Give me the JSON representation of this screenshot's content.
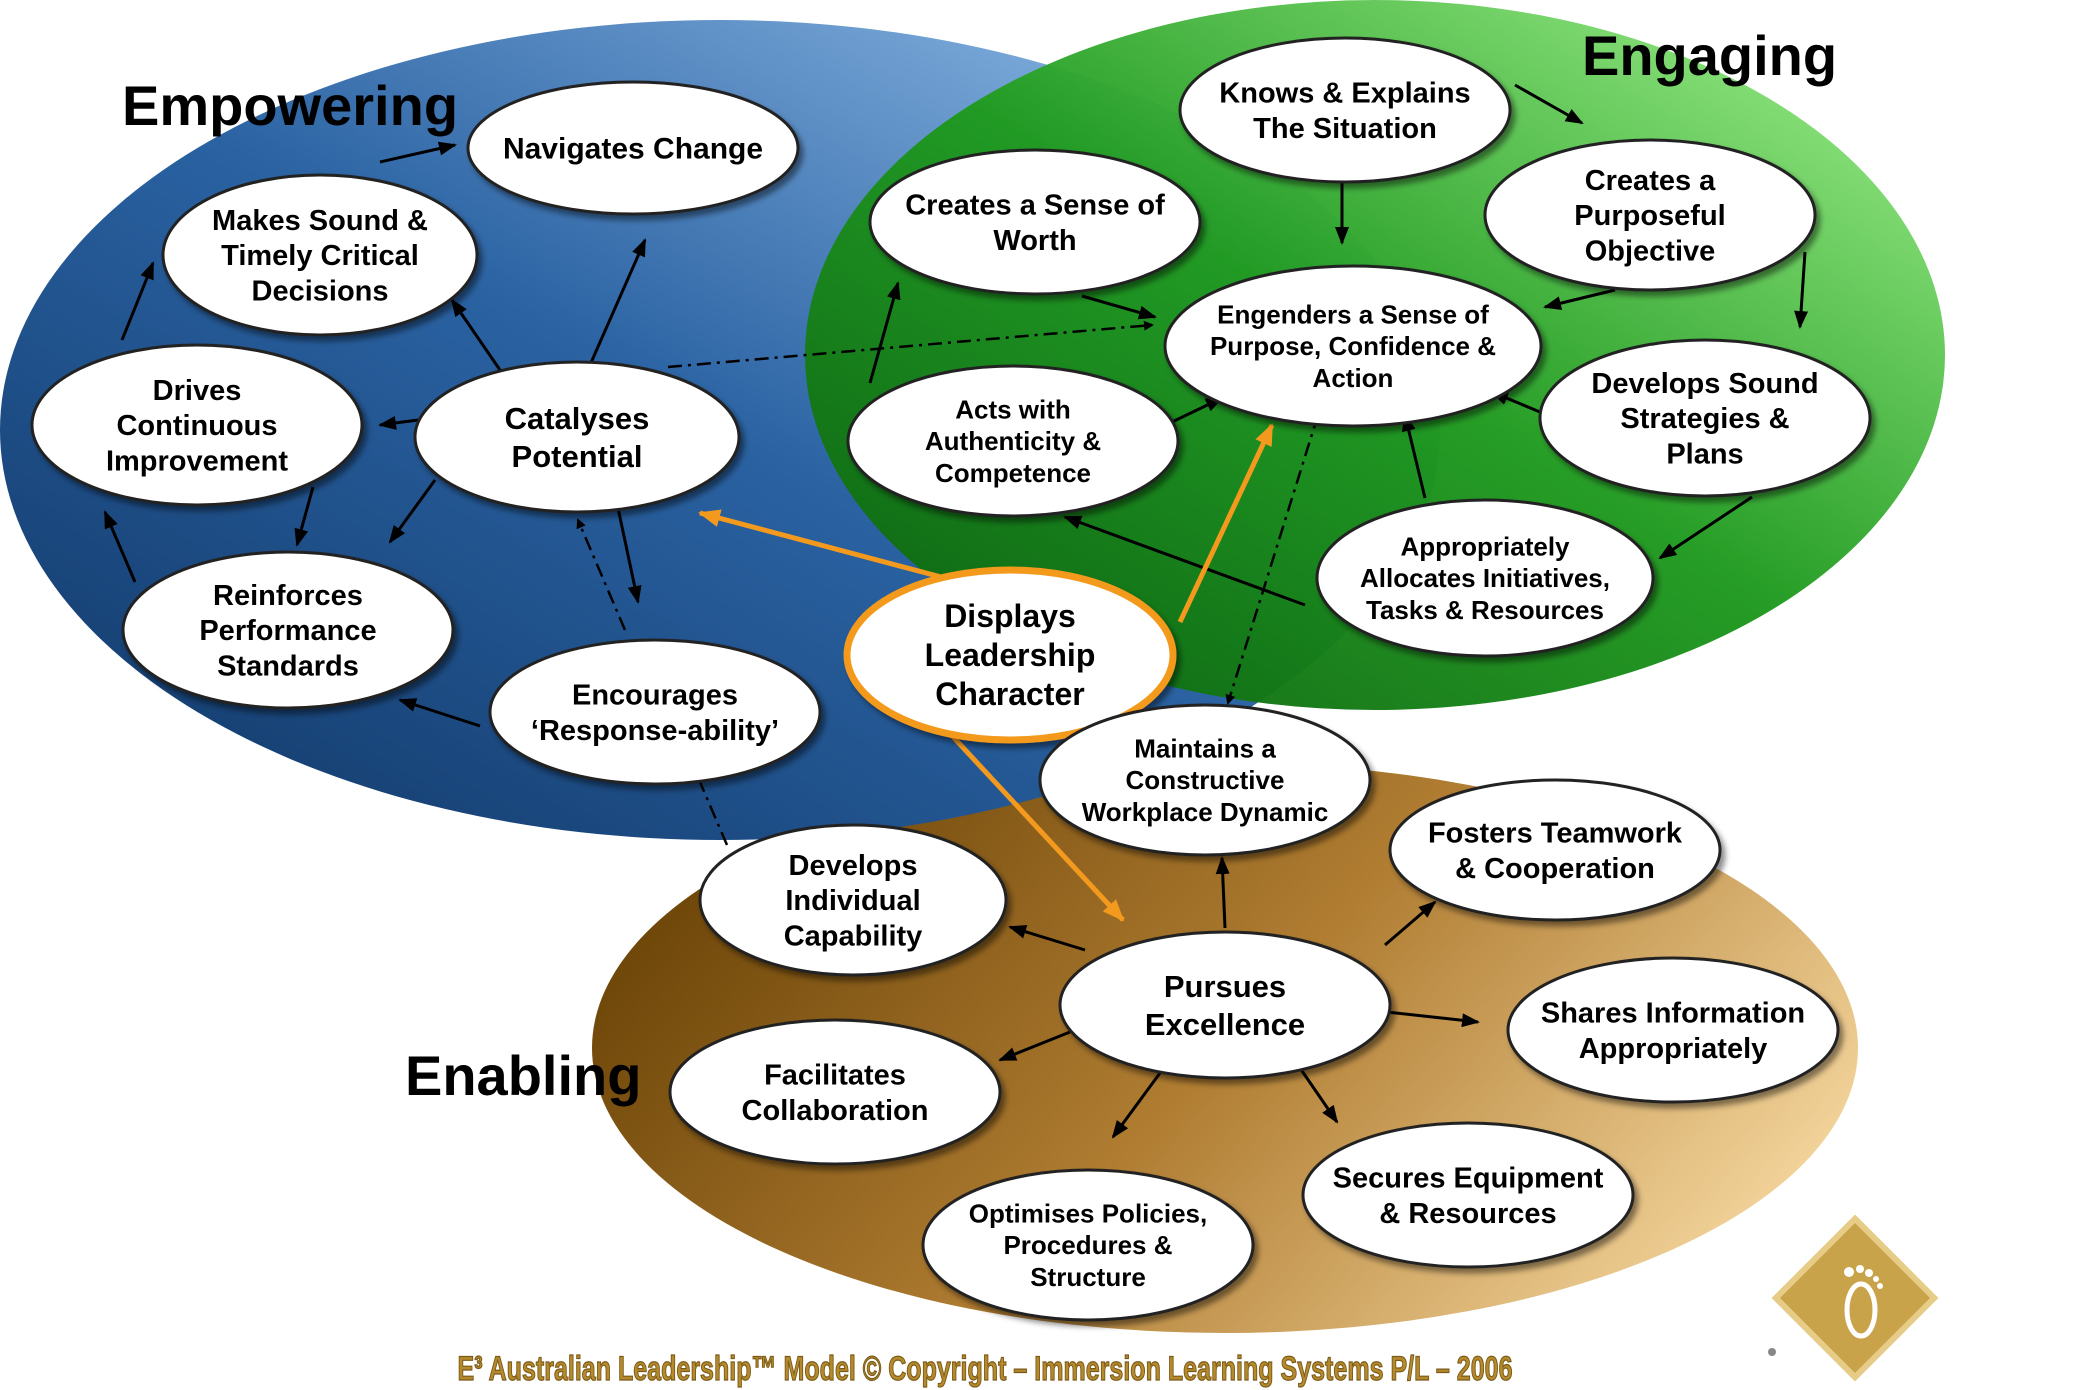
{
  "regions": {
    "empowering": "Empowering",
    "engaging": "Engaging",
    "enabling": "Enabling"
  },
  "nodes": {
    "navigates_change": [
      "Navigates Change"
    ],
    "makes_decisions": [
      "Makes Sound &",
      "Timely Critical",
      "Decisions"
    ],
    "drives_improvement": [
      "Drives",
      "Continuous",
      "Improvement"
    ],
    "catalyses_potential": [
      "Catalyses",
      "Potential"
    ],
    "reinforces_standards": [
      "Reinforces",
      "Performance",
      "Standards"
    ],
    "encourages_responseability": [
      "Encourages",
      "‘Response-ability’"
    ],
    "knows_explains": [
      "Knows & Explains",
      "The Situation"
    ],
    "creates_worth": [
      "Creates a Sense of",
      "Worth"
    ],
    "creates_objective": [
      "Creates a",
      "Purposeful",
      "Objective"
    ],
    "engenders_purpose": [
      "Engenders a Sense of",
      "Purpose, Confidence &",
      "Action"
    ],
    "acts_authenticity": [
      "Acts with",
      "Authenticity &",
      "Competence"
    ],
    "develops_strategies": [
      "Develops Sound",
      "Strategies &",
      "Plans"
    ],
    "allocates_initiatives": [
      "Appropriately",
      "Allocates Initiatives,",
      "Tasks & Resources"
    ],
    "displays_character": [
      "Displays",
      "Leadership",
      "Character"
    ],
    "maintains_dynamic": [
      "Maintains a",
      "Constructive",
      "Workplace Dynamic"
    ],
    "fosters_teamwork": [
      "Fosters Teamwork",
      "& Cooperation"
    ],
    "develops_capability": [
      "Develops",
      "Individual",
      "Capability"
    ],
    "pursues_excellence": [
      "Pursues",
      "Excellence"
    ],
    "shares_information": [
      "Shares Information",
      "Appropriately"
    ],
    "facilitates_collaboration": [
      "Facilitates",
      "Collaboration"
    ],
    "secures_equipment": [
      "Secures Equipment",
      "& Resources"
    ],
    "optimises_policies": [
      "Optimises Policies,",
      "Procedures &",
      "Structure"
    ]
  },
  "footer": "E³ Australian Leadership™ Model © Copyright – Immersion Learning Systems P/L – 2006",
  "logo": {
    "icon": "footprint-icon"
  },
  "colors": {
    "empowering_dark": "#123a6b",
    "empowering_light": "#86b6e6",
    "engaging_dark": "#0d6e10",
    "engaging_light": "#8ef07a",
    "enabling_dark": "#6b4508",
    "enabling_light": "#f3cf8e",
    "accent_orange": "#f39a1e",
    "footer_gold": "#b58a2c"
  }
}
